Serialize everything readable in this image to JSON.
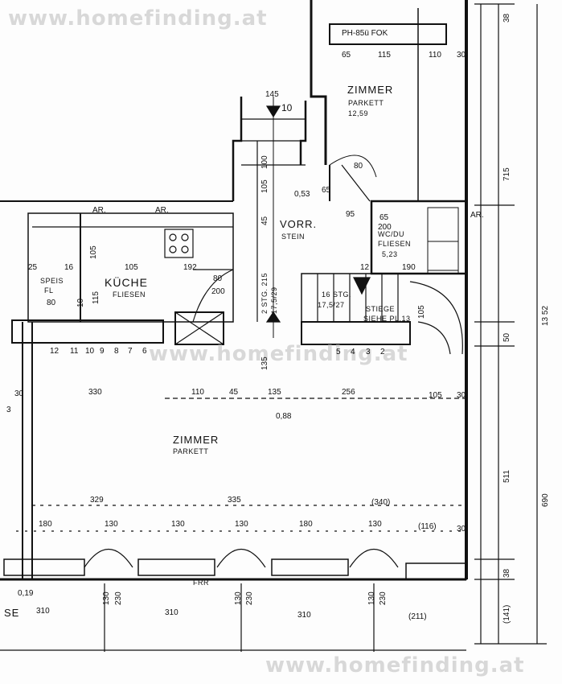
{
  "watermark": {
    "top": "www.homefinding.at",
    "middle": "www.homefinding.at",
    "bottom": "www.homefinding.at"
  },
  "rooms": {
    "zimmer_top": {
      "name": "ZIMMER",
      "floor": "PARKETT",
      "area": "12,59"
    },
    "vorr": {
      "name": "VORR.",
      "floor": "STEIN",
      "level": "0,53"
    },
    "kueche": {
      "name": "KÜCHE",
      "floor": "FLIESEN"
    },
    "speis": {
      "name": "SPEIS",
      "floor": "FL"
    },
    "wc": {
      "name": "WC/DU",
      "floor": "FLIESEN",
      "area": "5,23"
    },
    "zimmer_main": {
      "name": "ZIMMER",
      "floor": "PARKETT",
      "level": "0,88"
    },
    "stiege": {
      "name": "STIEGE",
      "ref": "SIEHE PL.13"
    }
  },
  "labels": {
    "ph": "PH-85ü FOK",
    "ar1": "AR.",
    "ar2": "AR.",
    "ar3": "AR.",
    "level_top": "10",
    "level_bl": "0,19",
    "dim_145": "145",
    "stg1": "2 STG. 215",
    "stg1b": "17,5/29",
    "stg2": "16 STG.",
    "stg2b": "17,5/27",
    "se": "SE",
    "fr": "FRR"
  },
  "dims_top": [
    "65",
    "115",
    "110",
    "30"
  ],
  "dims_mid": [
    "330",
    "110",
    "45",
    "135",
    "256",
    "105",
    "30"
  ],
  "dims_win": [
    "329",
    "335",
    "(340)"
  ],
  "dims_win2": [
    "180",
    "130",
    "130",
    "130",
    "180",
    "130",
    "(116)"
  ],
  "dims_bottom": [
    "310",
    "310",
    "310",
    "(211)"
  ],
  "dims_right": [
    "38",
    "715",
    "13 52",
    "50",
    "511",
    "690",
    "38",
    "(141)"
  ],
  "dims_kitchen": [
    "25",
    "16",
    "105",
    "105",
    "192",
    "80",
    "200",
    "80",
    "10",
    "115"
  ],
  "dims_misc": [
    "30",
    "30",
    "3",
    "65",
    "200",
    "12",
    "190",
    "105",
    "80",
    "95",
    "65",
    "100",
    "105",
    "45",
    "135",
    "130",
    "230",
    "130",
    "230",
    "130",
    "230"
  ],
  "radiator_left": [
    "12",
    "11",
    "10",
    "9",
    "8",
    "7",
    "6"
  ],
  "radiator_right": [
    "5",
    "4",
    "3",
    "2"
  ]
}
